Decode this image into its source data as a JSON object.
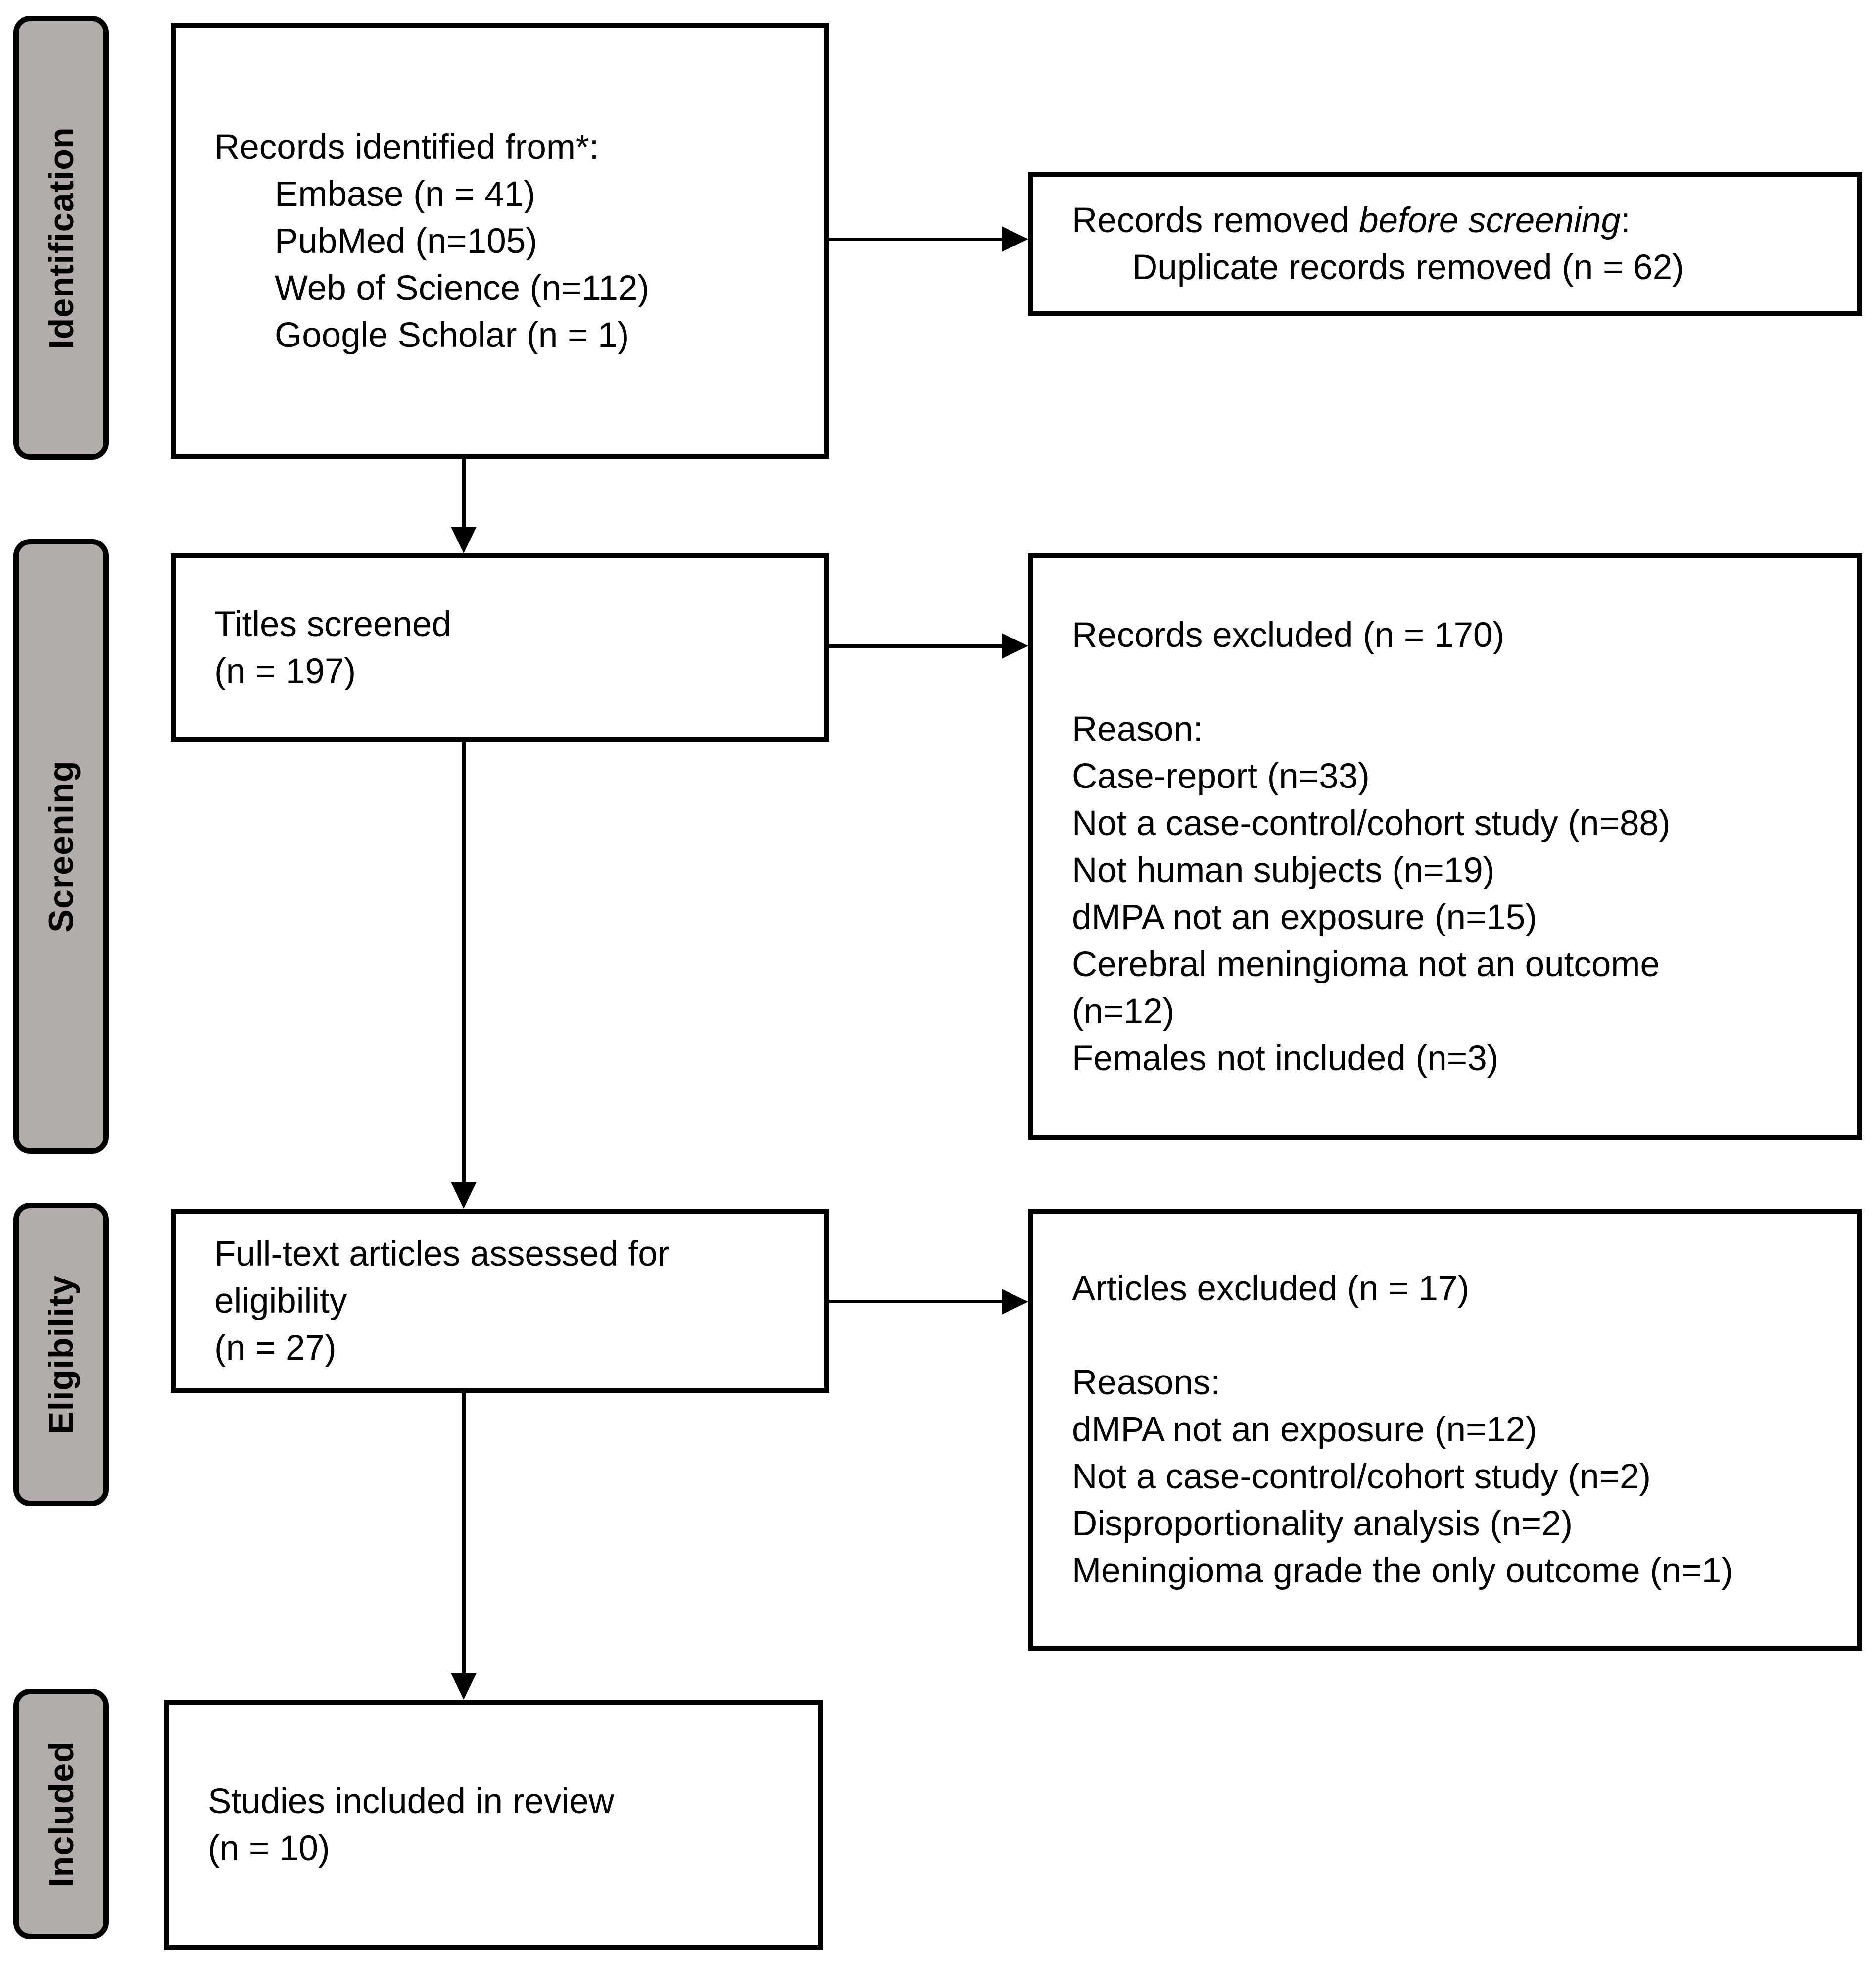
{
  "figure": {
    "kind": "PRISMA flow diagram",
    "background_color": "#ffffff",
    "stage_pill_color": "#b2adaa",
    "line_color": "#000000"
  },
  "stages": [
    {
      "label": "Identification"
    },
    {
      "label": "Screening"
    },
    {
      "label": "Eligibility"
    },
    {
      "label": "Included"
    }
  ],
  "boxes": {
    "identified": {
      "title": "Records identified from*:",
      "sources": [
        "Embase (n = 41)",
        "PubMed (n=105)",
        "Web of Science (n=112)",
        "Google Scholar (n = 1)"
      ]
    },
    "removed": {
      "line1_prefix": "Records removed ",
      "line1_italic": "before screening",
      "line1_suffix": ":",
      "detail": "Duplicate records removed (n = 62)"
    },
    "titles_screened": {
      "lines": [
        "Titles screened",
        "(n = 197)"
      ]
    },
    "records_excluded": {
      "lines": [
        "Records excluded (n = 170)",
        "",
        "Reason:",
        "Case-report (n=33)",
        "Not a case-control/cohort study (n=88)",
        "Not human subjects (n=19)",
        "dMPA not an exposure (n=15)",
        "Cerebral meningioma not an outcome",
        "(n=12)",
        "Females not included (n=3)"
      ]
    },
    "fulltext": {
      "lines": [
        "Full-text articles assessed for",
        "eligibility",
        "(n = 27)"
      ]
    },
    "articles_excluded": {
      "lines": [
        "Articles excluded (n = 17)",
        "",
        "Reasons:",
        "dMPA not an exposure (n=12)",
        "Not a case-control/cohort study (n=2)",
        "Disproportionality analysis (n=2)",
        "Meningioma grade the only outcome (n=1)"
      ]
    },
    "included": {
      "lines": [
        "Studies included in review",
        "(n = 10)"
      ]
    }
  }
}
